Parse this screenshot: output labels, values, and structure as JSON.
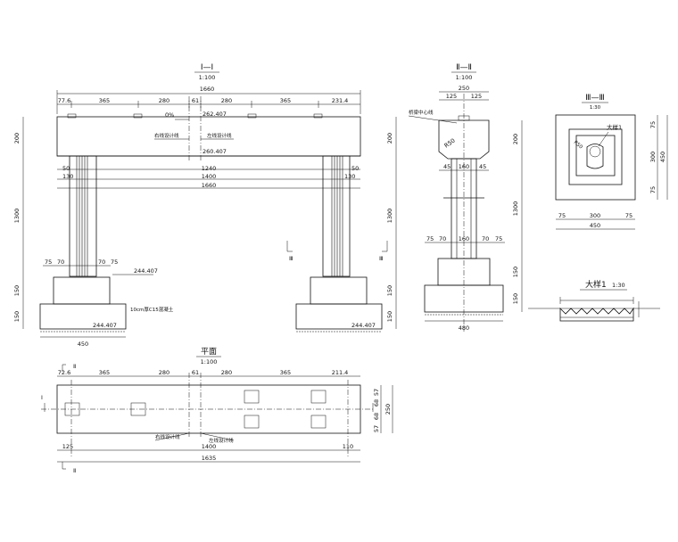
{
  "views": {
    "section_1": {
      "title": "Ⅰ—Ⅰ",
      "scale": "1:100",
      "top_total": "1660",
      "top_dims": [
        "77.6",
        "365",
        "280",
        "61",
        "280",
        "365",
        "231.4"
      ],
      "left_vert_dims": [
        "200",
        "1300",
        "150",
        "150"
      ],
      "right_vert_dims": [
        "200",
        "1300",
        "150",
        "150"
      ],
      "beam_dims": [
        "50",
        "1240",
        "50",
        "130",
        "1400",
        "130",
        "1660"
      ],
      "col_dims": [
        "75",
        "70",
        "70",
        "75"
      ],
      "foot_width": "450",
      "labels": {
        "slope": "0%",
        "elev_top": "262.407",
        "center_line": "右线设计线",
        "road_line": "左线设计线",
        "elev_mid": "260.407",
        "elev_col_base": "244.407",
        "elev_found_left": "244.407",
        "elev_found_right": "244.407",
        "concrete_note": "10cm厚C15混凝土",
        "cut_marker_left": "Ⅲ",
        "cut_marker_right": "Ⅲ"
      }
    },
    "section_2": {
      "title": "Ⅱ—Ⅱ",
      "scale": "1:100",
      "top_total": "250",
      "top_dims": [
        "125",
        "125"
      ],
      "support_note": "桥梁中心线",
      "pad": "R50",
      "mid_dims": [
        "45",
        "160",
        "45"
      ],
      "col_dims": [
        "75",
        "70",
        "160",
        "70",
        "75"
      ],
      "vert_dims": [
        "200",
        "1300",
        "150",
        "150"
      ],
      "foot_width": "480"
    },
    "section_3": {
      "title": "Ⅲ—Ⅲ",
      "scale": "1:30",
      "detail_label": "大样1",
      "pad": "R50",
      "inner_dims": [
        "75",
        "300",
        "75"
      ],
      "total": "450",
      "right_dims": [
        "75",
        "300",
        "75"
      ],
      "right_total": "450"
    },
    "detail_1": {
      "title": "大样1",
      "scale": "1:30"
    },
    "plan": {
      "title": "平面",
      "scale": "1:100",
      "top_dims": [
        "72.6",
        "365",
        "280",
        "61",
        "280",
        "365",
        "211.4"
      ],
      "marker_top": "Ⅱ",
      "marker_bottom": "Ⅱ",
      "marker_left": "Ⅰ",
      "bottom_dims": [
        "125",
        "1400",
        "110"
      ],
      "total": "1635",
      "right_dims": [
        "57",
        "68",
        "68",
        "57"
      ],
      "right_total": "250",
      "center_line": "右线设计线",
      "road_line": "左线设计线"
    }
  }
}
